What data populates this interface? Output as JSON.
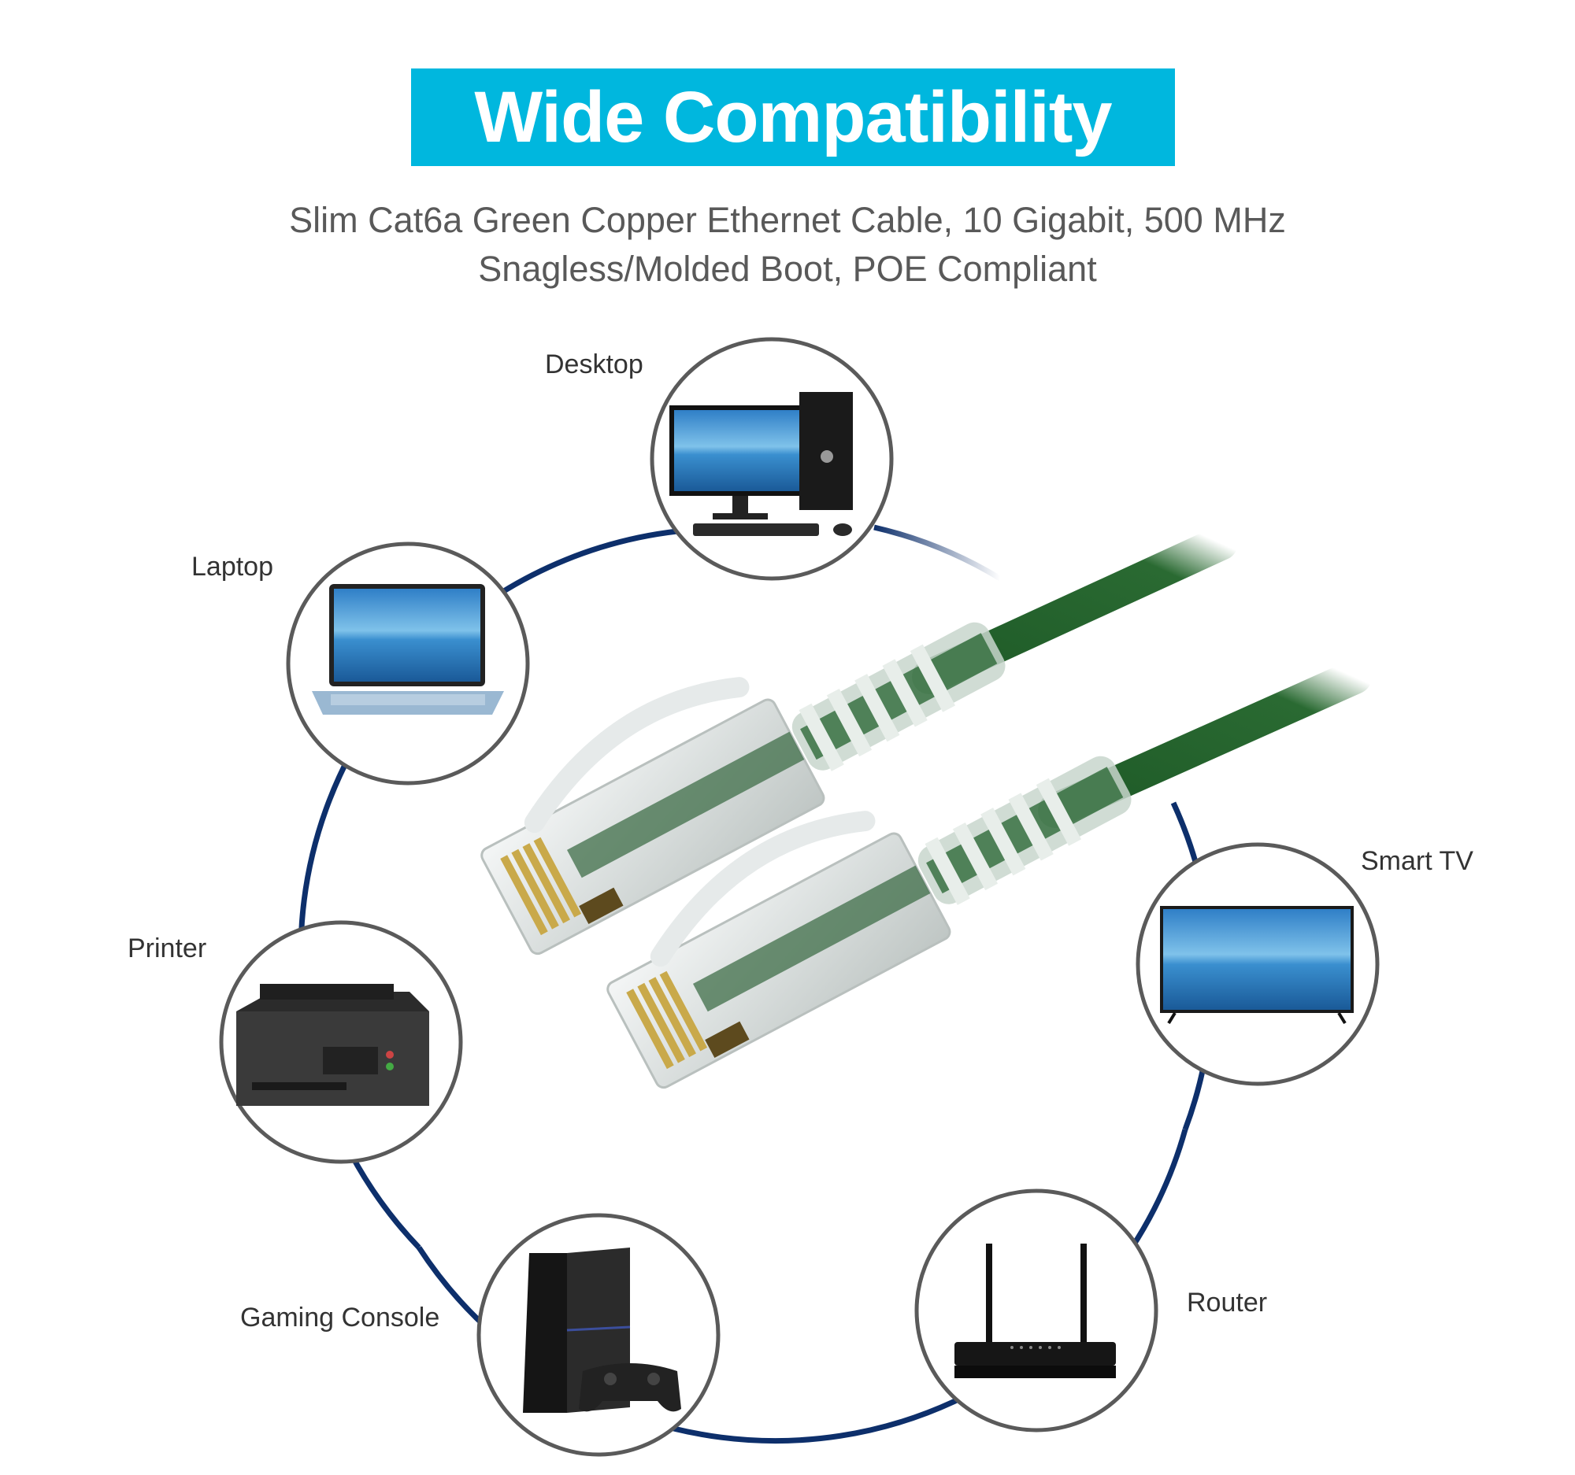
{
  "title": "Wide Compatibility",
  "subtitle": {
    "line1": "Slim Cat6a Green Copper Ethernet Cable, 10 Gigabit, 500 MHz",
    "line2": "Snagless/Molded Boot, POE Compliant"
  },
  "devices": {
    "desktop": "Desktop",
    "laptop": "Laptop",
    "printer": "Printer",
    "gaming_console": "Gaming Console",
    "router": "Router",
    "smart_tv": "Smart TV"
  },
  "colors": {
    "banner": "#00b7de",
    "ring": "#0d2f6b",
    "cable": "#1e5a27",
    "circle_border": "#5a5a5a"
  }
}
